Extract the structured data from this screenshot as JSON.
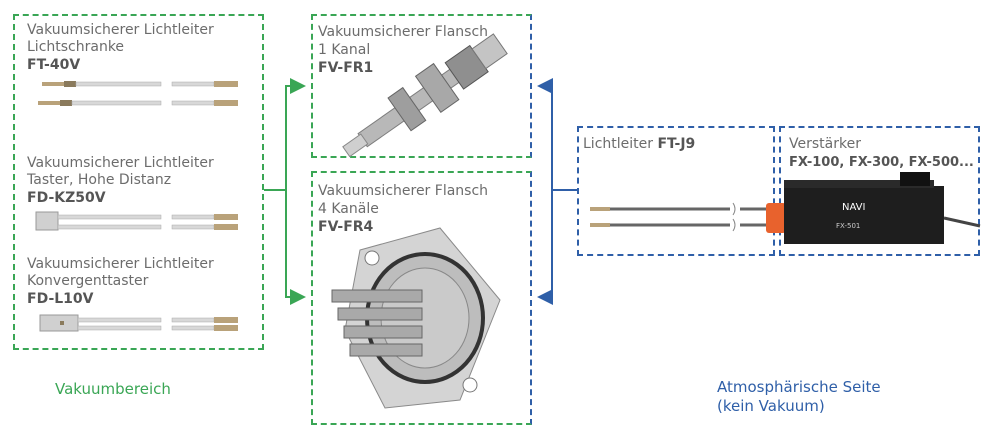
{
  "vacuum_sensors": [
    {
      "line1": "Vakuumsicherer Lichtleiter",
      "line2": "Lichtschranke",
      "model": "FT-40V"
    },
    {
      "line1": "Vakuumsicherer Lichtleiter",
      "line2": "Taster, Hohe Distanz",
      "model": "FD-KZ50V"
    },
    {
      "line1": "Vakuumsicherer Lichtleiter",
      "line2": "Konvergenttaster",
      "model": "FD-L10V"
    }
  ],
  "flanges": [
    {
      "line1": "Vakuumsicherer Flansch",
      "line2": "1 Kanal",
      "model": "FV-FR1"
    },
    {
      "line1": "Vakuumsicherer Flansch",
      "line2": "4 Kanäle",
      "model": "FV-FR4"
    }
  ],
  "fiber": {
    "label": "Lichtleiter",
    "model": "FT-J9"
  },
  "amplifier": {
    "label": "Verstärker",
    "models": "FX-100, FX-300, FX-500...",
    "display_brand": "NAVI",
    "display_model": "FX-501"
  },
  "zones": {
    "vacuum": "Vakuumbereich",
    "atmos_line1": "Atmosphärische Seite",
    "atmos_line2": "(kein Vakuum)"
  },
  "colors": {
    "vacuum": "#3aa655",
    "atmos": "#2f5fa8",
    "fiber_connector": "#e8622d"
  }
}
